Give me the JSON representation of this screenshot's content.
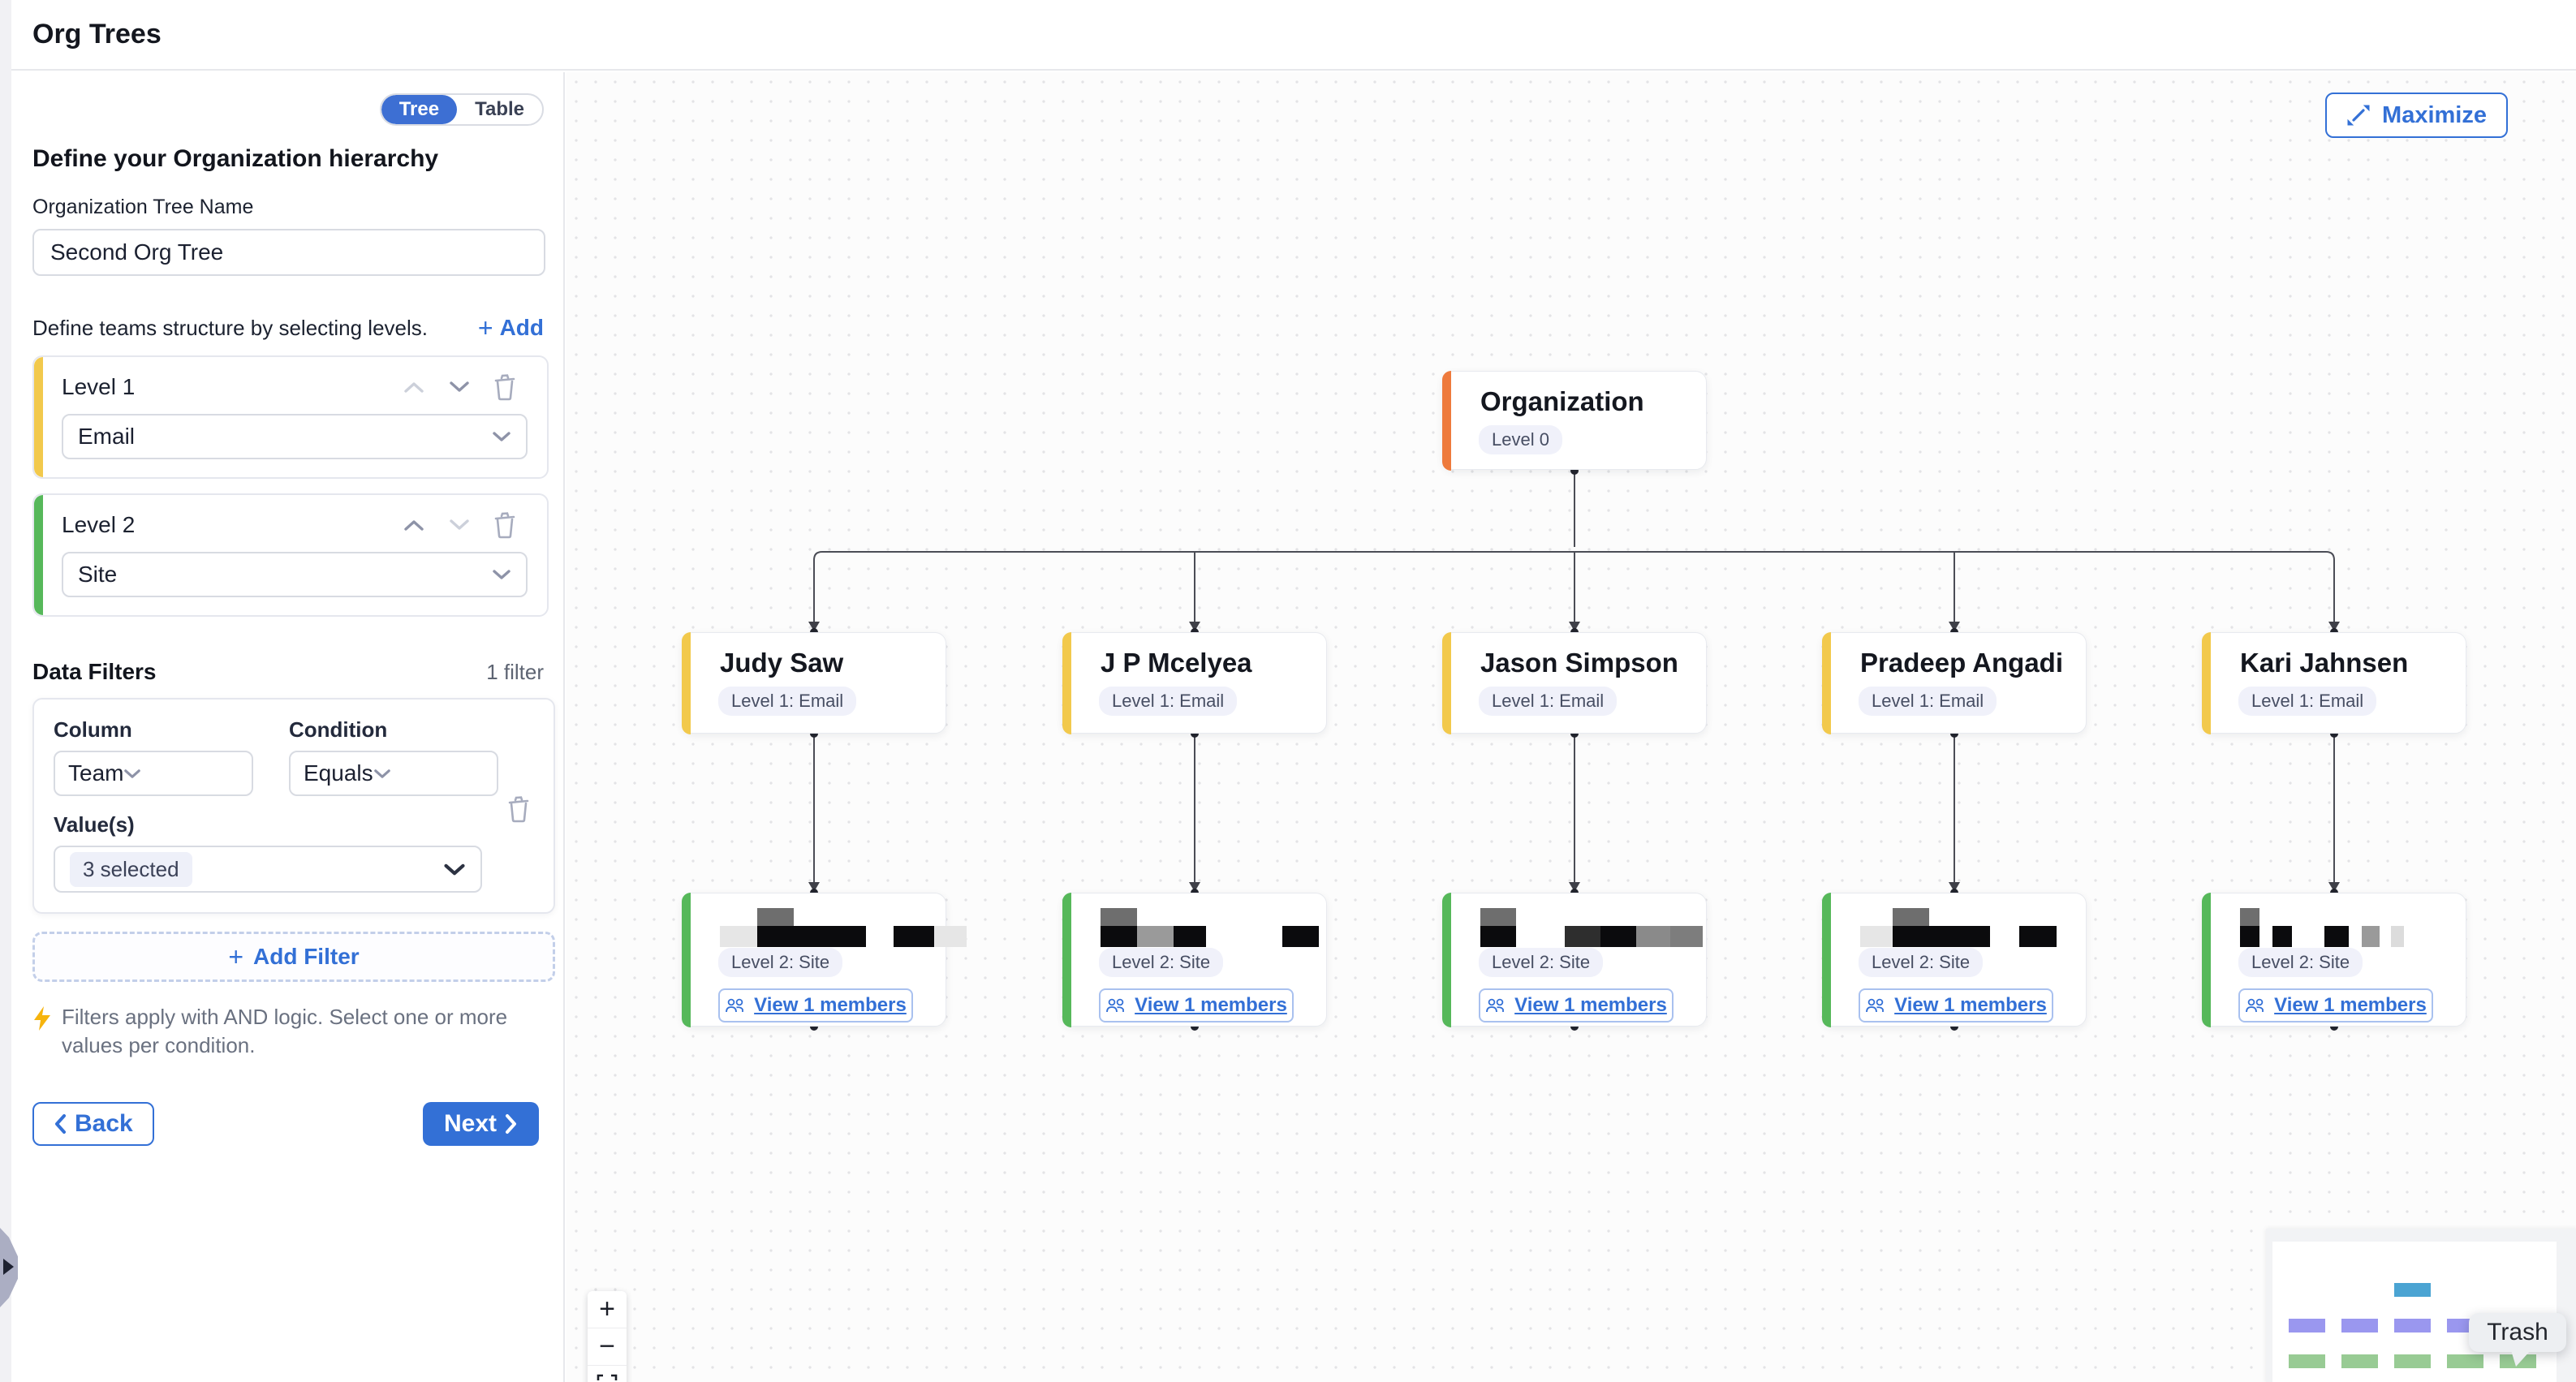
{
  "header": {
    "title": "Org Trees"
  },
  "sidebar": {
    "view_toggle": {
      "tree_label": "Tree",
      "table_label": "Table",
      "active": "Tree"
    },
    "heading": "Define your Organization hierarchy",
    "tree_name_label": "Organization Tree Name",
    "tree_name_value": "Second Org Tree",
    "levels_hint": "Define teams structure by selecting levels.",
    "add_level_label": "Add",
    "levels": [
      {
        "label": "Level 1",
        "selected": "Email",
        "accent_color": "#F2C94C"
      },
      {
        "label": "Level 2",
        "selected": "Site",
        "accent_color": "#56B85A"
      }
    ],
    "data_filters": {
      "title": "Data Filters",
      "count_label": "1 filter",
      "column_label": "Column",
      "column_value": "Team",
      "condition_label": "Condition",
      "condition_value": "Equals",
      "values_label": "Value(s)",
      "values_value": "3 selected",
      "add_filter_label": "Add Filter",
      "note": "Filters apply with AND logic. Select one or more values per condition."
    },
    "back_label": "Back",
    "next_label": "Next"
  },
  "canvas": {
    "maximize_label": "Maximize",
    "accent_colors": {
      "root": "#EE7A3C",
      "level1": "#F2C94C",
      "level2": "#56B85A"
    },
    "root_node": {
      "name": "Organization",
      "badge": "Level 0"
    },
    "level1_nodes": [
      {
        "name": "Judy Saw",
        "badge": "Level 1: Email"
      },
      {
        "name": "J P Mcelyea",
        "badge": "Level 1: Email"
      },
      {
        "name": "Jason Simpson",
        "badge": "Level 1: Email"
      },
      {
        "name": "Pradeep Angadi",
        "badge": "Level 1: Email"
      },
      {
        "name": "Kari Jahnsen",
        "badge": "Level 1: Email"
      }
    ],
    "level2_nodes": [
      {
        "badge": "Level 2: Site",
        "members_label": "View 1 members",
        "name_redacted": true
      },
      {
        "badge": "Level 2: Site",
        "members_label": "View 1 members",
        "name_redacted": true
      },
      {
        "badge": "Level 2: Site",
        "members_label": "View 1 members",
        "name_redacted": true
      },
      {
        "badge": "Level 2: Site",
        "members_label": "View 1 members",
        "name_redacted": true
      },
      {
        "badge": "Level 2: Site",
        "members_label": "View 1 members",
        "name_redacted": true
      }
    ],
    "zoom_controls": {
      "zoom_in": "+",
      "zoom_out": "−"
    },
    "trash_tooltip": "Trash"
  }
}
